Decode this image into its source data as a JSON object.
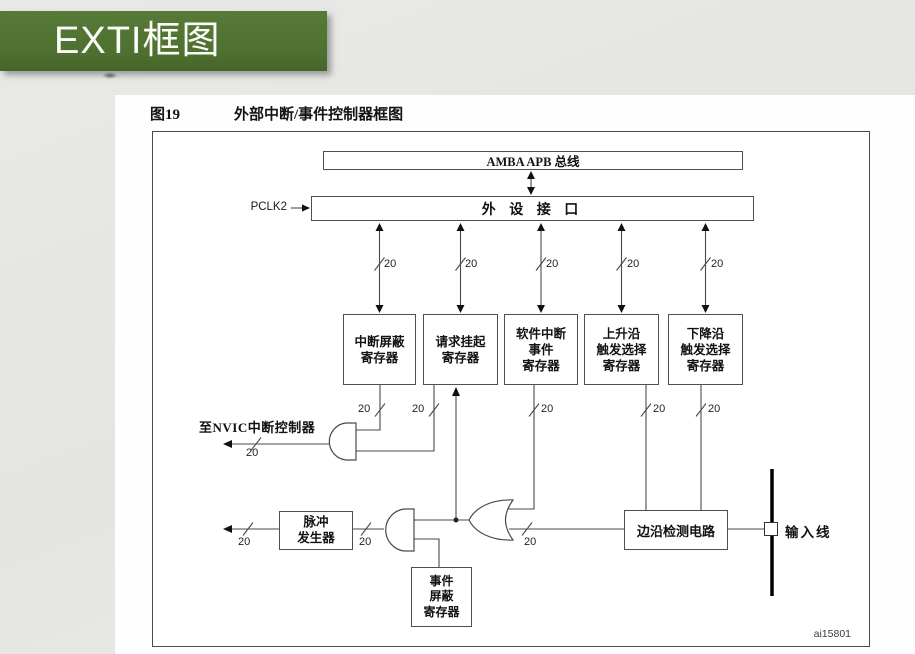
{
  "banner": {
    "title": "EXTI框图"
  },
  "figure": {
    "label": "图19",
    "title": "外部中断/事件控制器框图",
    "watermark": "ai15801"
  },
  "diagram": {
    "amba_bus_label": "AMBA APB 总线",
    "periph_label": "外 设 接 口",
    "pclk2_label": "PCLK2",
    "bus_width": "20",
    "registers": [
      {
        "lines": [
          "中断屏蔽",
          "寄存器"
        ]
      },
      {
        "lines": [
          "请求挂起",
          "寄存器"
        ]
      },
      {
        "lines": [
          "软件中断",
          "事件",
          "寄存器"
        ]
      },
      {
        "lines": [
          "上升沿",
          "触发选择",
          "寄存器"
        ]
      },
      {
        "lines": [
          "下降沿",
          "触发选择",
          "寄存器"
        ]
      }
    ],
    "nvic_label": "至NVIC中断控制器",
    "pulse_generator": {
      "lines": [
        "脉冲",
        "发生器"
      ]
    },
    "event_mask_register": {
      "lines": [
        "事件",
        "屏蔽",
        "寄存器"
      ]
    },
    "edge_detect_label": "边沿检测电路",
    "input_line_label": "输入线"
  }
}
